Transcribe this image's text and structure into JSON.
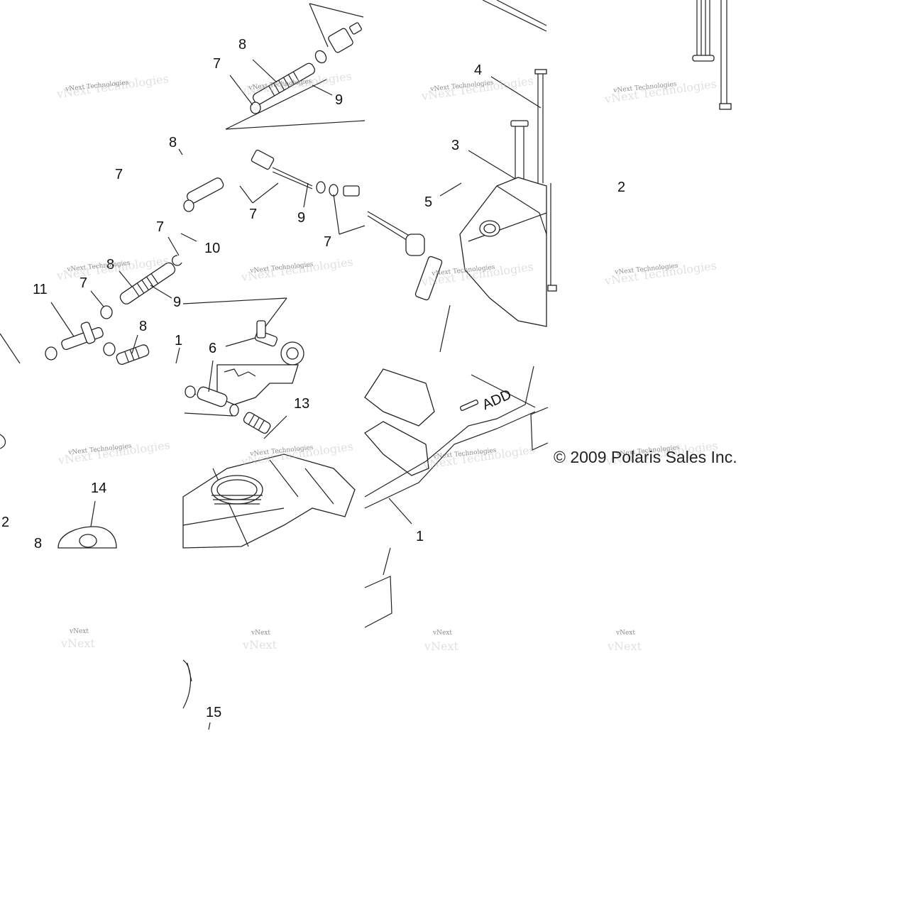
{
  "callouts": {
    "c1": "8",
    "c2": "7",
    "c3": "9",
    "c4": "4",
    "c5": "3",
    "c6": "8",
    "c7": "7",
    "c8": "7",
    "c9": "9",
    "c10": "5",
    "c11": "2",
    "c12": "7",
    "c13": "10",
    "c14": "7",
    "c15": "8",
    "c16": "11",
    "c17": "7",
    "c18": "9",
    "c19": "8",
    "c20": "1",
    "c21": "6",
    "c22": "13",
    "c23": "14",
    "c24": "2",
    "c25": "8",
    "c26": "1",
    "c27": "15"
  },
  "watermark": {
    "text": "vNext Technologies",
    "short": "vNext"
  },
  "copyright": "© 2009 Polaris Sales Inc.",
  "tank_label": "ADD"
}
